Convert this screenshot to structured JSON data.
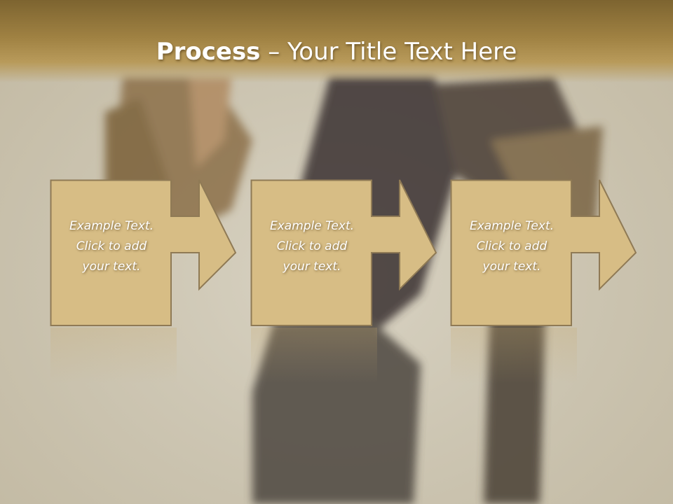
{
  "slide": {
    "title_bold": "Process",
    "title_rest": " – Your Title Text Here"
  },
  "steps": [
    {
      "text": "Example Text.\nClick  to add\nyour text."
    },
    {
      "text": "Example Text.\nClick  to add\nyour text."
    },
    {
      "text": "Example Text.\nClick  to add\nyour text."
    }
  ],
  "colors": {
    "title_bar": "#9f8142",
    "box_fill": "#d7bd85",
    "box_stroke": "#8f7a55",
    "text": "#ffffff"
  }
}
